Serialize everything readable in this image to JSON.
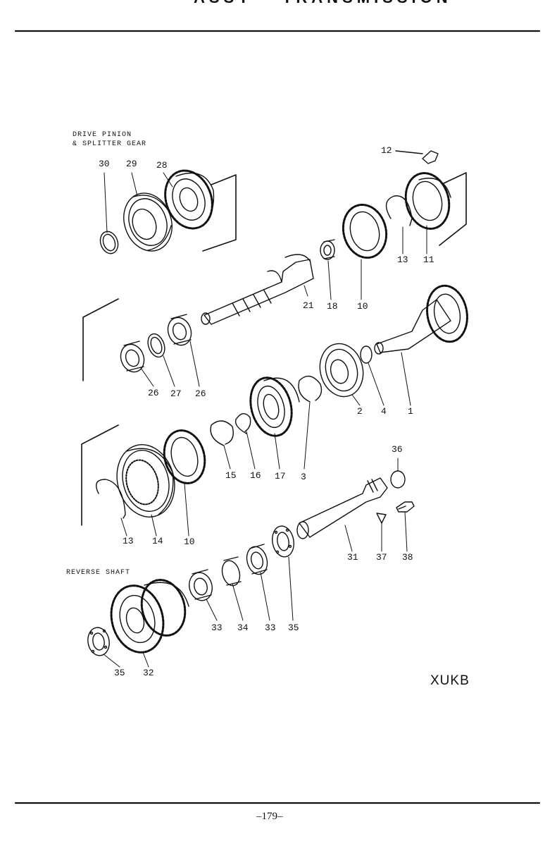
{
  "header": {
    "title_fragment": "ASSY – TRANSMISSION"
  },
  "sections": {
    "drive_pinion_line1": "DRIVE PINION",
    "drive_pinion_line2": "& SPLITTER GEAR",
    "reverse_shaft": "REVERSE SHAFT"
  },
  "callouts": {
    "c30": "30",
    "c29": "29",
    "c28": "28",
    "c12": "12",
    "c13a": "13",
    "c11": "11",
    "c21": "21",
    "c18": "18",
    "c10a": "10",
    "c26a": "26",
    "c27": "27",
    "c26b": "26",
    "c2": "2",
    "c4": "4",
    "c1": "1",
    "c15": "15",
    "c16": "16",
    "c17": "17",
    "c3": "3",
    "c36": "36",
    "c13b": "13",
    "c14": "14",
    "c10b": "10",
    "c31": "31",
    "c37": "37",
    "c38": "38",
    "c33a": "33",
    "c34": "34",
    "c33b": "33",
    "c35a": "35",
    "c35b": "35",
    "c32": "32"
  },
  "drawing_code": "XUKB",
  "page_number": "–179–"
}
